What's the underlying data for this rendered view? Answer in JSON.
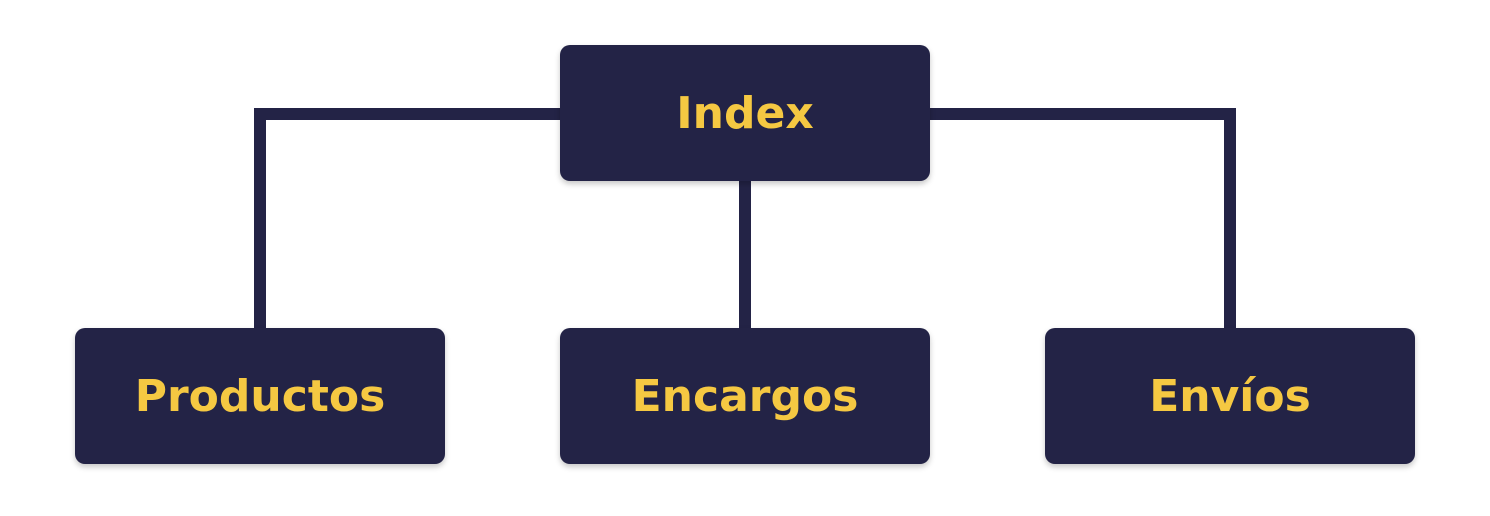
{
  "colors": {
    "node_fill": "#232346",
    "node_text": "#f5c842",
    "connector": "#232346",
    "background": "#ffffff"
  },
  "root": {
    "label": "Index"
  },
  "children": [
    {
      "label": "Productos"
    },
    {
      "label": "Encargos"
    },
    {
      "label": "Envíos"
    }
  ]
}
